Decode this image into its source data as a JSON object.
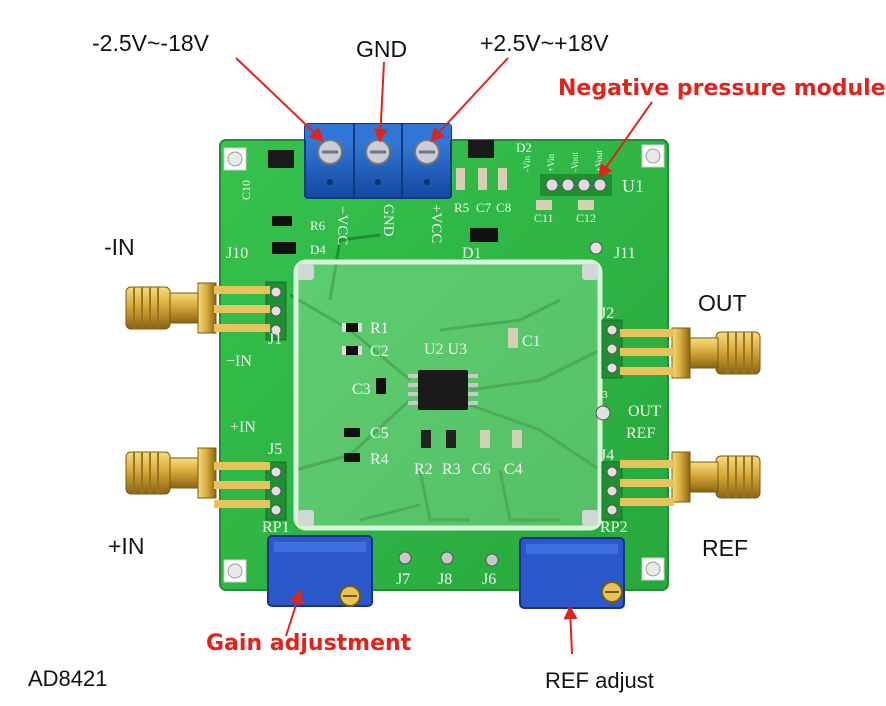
{
  "annotations": {
    "neg_supply": "-2.5V~-18V",
    "gnd": "GND",
    "pos_supply": "+2.5V~+18V",
    "neg_module": "Negative pressure module",
    "in_neg": "-IN",
    "in_pos": "+IN",
    "out": "OUT",
    "ref": "REF",
    "gain_adj": "Gain adjustment",
    "ref_adj": "REF adjust",
    "model": "AD8421"
  },
  "silkscreen": {
    "j10": "J10",
    "j11": "J11",
    "j1": "J1",
    "j2": "J2",
    "j3": "J3",
    "j4": "J4",
    "j5": "J5",
    "j6": "J6",
    "j7": "J7",
    "j8": "J8",
    "minus_in": "−IN",
    "plus_in": "+IN",
    "out": "OUT",
    "ref": "REF",
    "r1": "R1",
    "r2": "R2",
    "r3": "R3",
    "r4": "R4",
    "r5": "R5",
    "r6": "R6",
    "c1": "C1",
    "c2": "C2",
    "c3": "C3",
    "c4": "C4",
    "c5": "C5",
    "c6": "C6",
    "c7": "C7",
    "c8": "C8",
    "c10": "C10",
    "c11": "C11",
    "c12": "C12",
    "d1": "D1",
    "d2": "D2",
    "d4": "D4",
    "u1": "U1",
    "u2u3": "U2 U3",
    "rp1": "RP1",
    "rp2": "RP2",
    "neg_vcc": "−VCC",
    "gnd": "GND",
    "pos_vcc": "+VCC",
    "vin_neg": "-Vin",
    "vin_pos": "+Vin",
    "vout_neg": "-Vout",
    "vout_pos": "+Vout"
  },
  "colors": {
    "pcb": "#2fb845",
    "pcb_dark": "#1f8f32",
    "terminal_block": "#1f63c4",
    "sma_gold": "#d7a93a",
    "trimpot": "#2a57c9",
    "label_red": "#e2231a"
  }
}
